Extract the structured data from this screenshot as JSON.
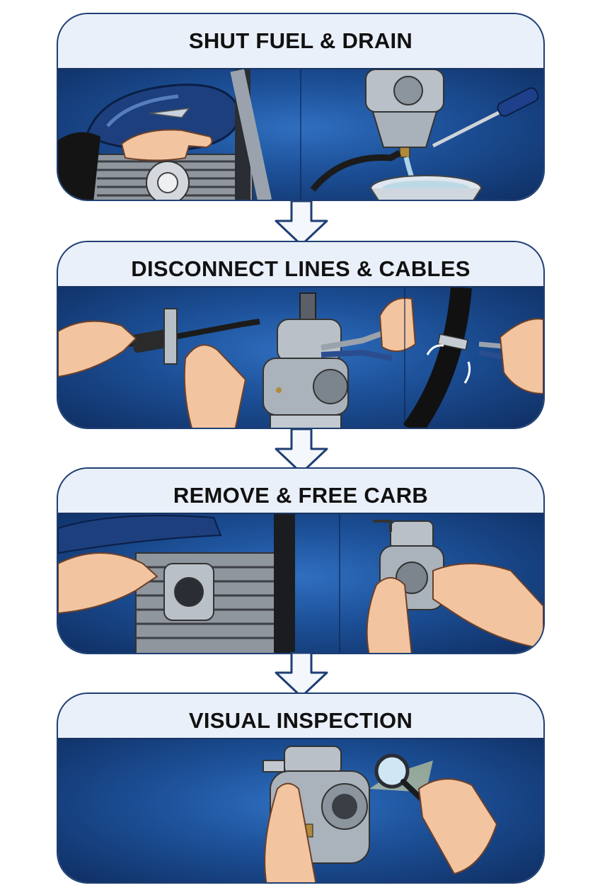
{
  "steps": [
    {
      "title": "SHUT FUEL & DRAIN"
    },
    {
      "title": "DISCONNECT LINES & CABLES"
    },
    {
      "title": "REMOVE & FREE CARB"
    },
    {
      "title": "VISUAL INSPECTION"
    }
  ],
  "colors": {
    "border": "#1f3f73",
    "panel_header": "#e9f0f9",
    "scene_blue": "#1c4f96",
    "arrow_fill": "#f4f7fb"
  },
  "icons": [
    "fuel-tank-icon",
    "carburetor-icon",
    "screwdriver-icon",
    "drain-pan-icon",
    "pliers-icon",
    "hose-icon",
    "engine-icon",
    "magnifier-icon"
  ]
}
